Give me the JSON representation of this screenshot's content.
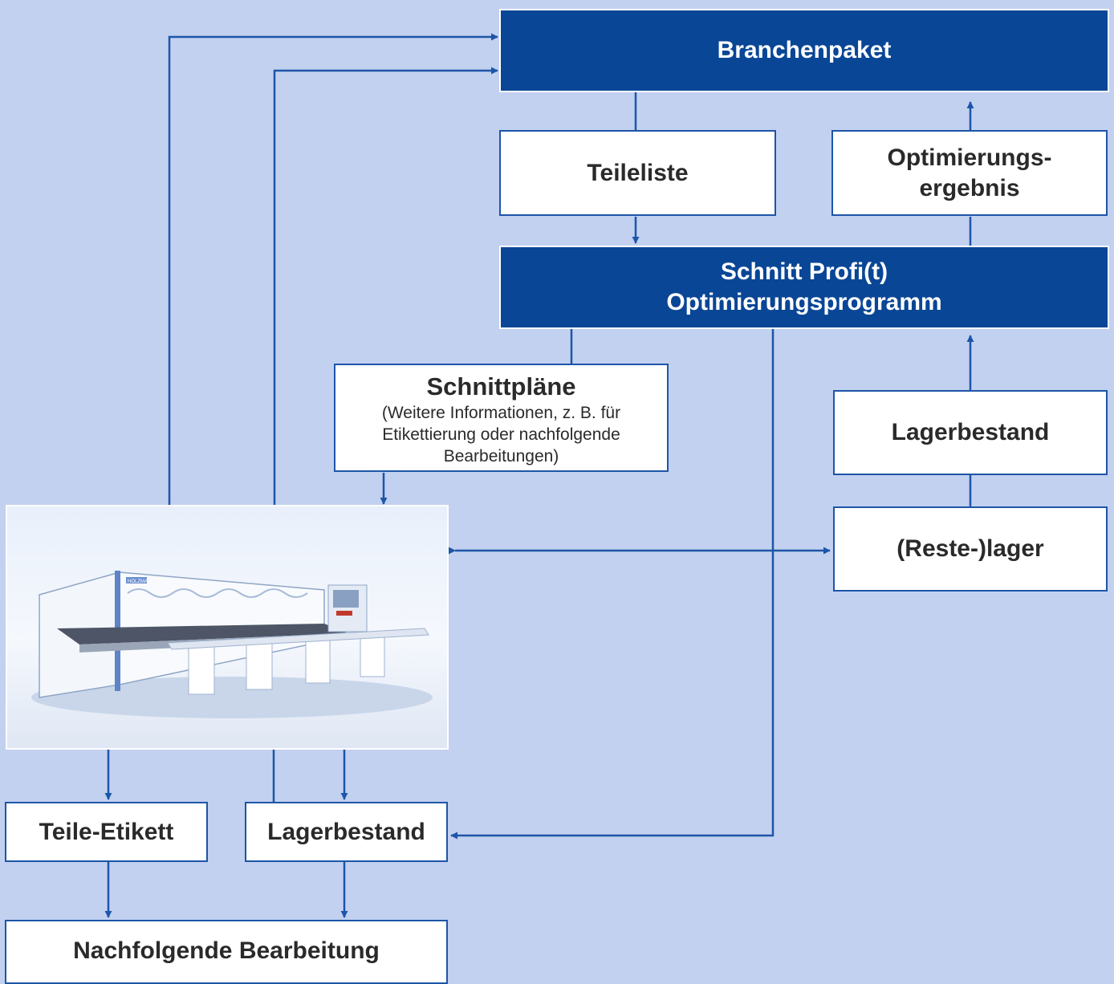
{
  "nodes": {
    "branchenpaket": "Branchenpaket",
    "teileliste": "Teileliste",
    "optimierungsergebnis": [
      "Optimierungs-",
      "ergebnis"
    ],
    "schnitt_profit": [
      "Schnitt Profi(t)",
      "Optimierungsprogramm"
    ],
    "schnittplaene": {
      "title": "Schnittpläne",
      "details": [
        "(Weitere Informationen, z. B. für",
        "Etikettierung oder nachfolgende",
        "Bearbeitungen)"
      ]
    },
    "lagerbestand_right": "Lagerbestand",
    "restelager": "(Reste-)lager",
    "teile_etikett": "Teile-Etikett",
    "lagerbestand_bottom": "Lagerbestand",
    "nachfolgende_bearbeitung": "Nachfolgende Bearbeitung"
  },
  "photo": {
    "subject": "panel-saw-machine",
    "brand_mark": "HOLZMA"
  },
  "colors": {
    "background": "#c2d1f0",
    "dark_box": "#0a4696",
    "line": "#1d55a8",
    "box_text": "#2a2a2a"
  }
}
